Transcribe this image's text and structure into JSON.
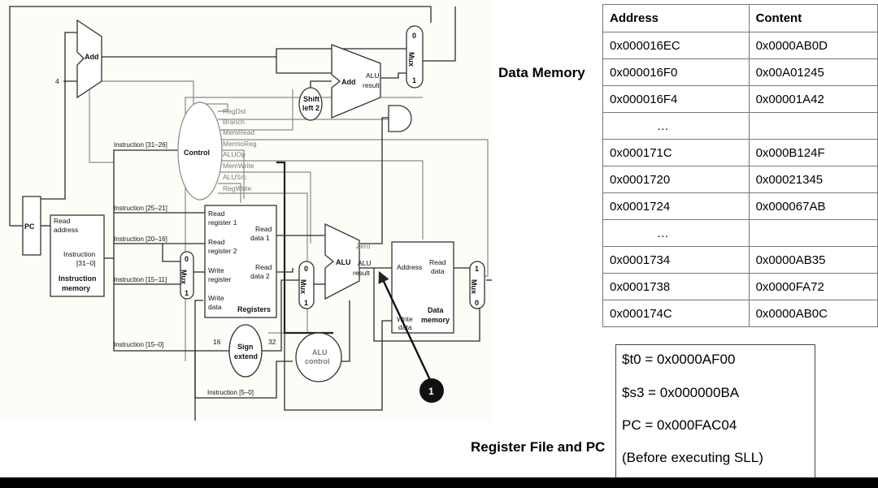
{
  "diagram": {
    "add_top": "Add",
    "const_four": "4",
    "pc": "PC",
    "instr_mem": {
      "read_address": [
        "Read",
        "address"
      ],
      "instruction": [
        "Instruction",
        "[31–0]"
      ],
      "name": [
        "Instruction",
        "memory"
      ]
    },
    "instr_fields": {
      "op": "Instruction [31–26]",
      "rs": "Instruction [25–21]",
      "rt": "Instruction [20–16]",
      "rd": "Instruction [15–11]",
      "imm": "Instruction [15–0]",
      "funct": "Instruction [5–0]"
    },
    "control": {
      "name": "Control",
      "signals": [
        "RegDst",
        "Branch",
        "MemRead",
        "MemtoReg",
        "ALUOp",
        "MemWrite",
        "ALUSrc",
        "RegWrite"
      ]
    },
    "registers": {
      "read_reg1": [
        "Read",
        "register 1"
      ],
      "read_reg2": [
        "Read",
        "register 2"
      ],
      "write_reg": [
        "Write",
        "register"
      ],
      "write_data": [
        "Write",
        "data"
      ],
      "read_data1": [
        "Read",
        "data 1"
      ],
      "read_data2": [
        "Read",
        "data 2"
      ],
      "name": "Registers"
    },
    "shift": [
      "Shift",
      "left 2"
    ],
    "add_alu": {
      "name": "Add",
      "result": [
        "ALU",
        "result"
      ]
    },
    "alu": {
      "name": "ALU",
      "zero": "Zero",
      "result": [
        "ALU",
        "result"
      ]
    },
    "sign_extend": [
      "Sign",
      "extend"
    ],
    "bits": {
      "in": "16",
      "out": "32"
    },
    "alu_control": [
      "ALU",
      "control"
    ],
    "data_mem": {
      "address": "Address",
      "read_data": [
        "Read",
        "data"
      ],
      "write_data": [
        "Write",
        "data"
      ],
      "name": [
        "Data",
        "memory"
      ]
    },
    "mux_word": "Mux",
    "mux_bits": {
      "zero": "0",
      "one": "1"
    },
    "marker": "1"
  },
  "memory": {
    "title": "Data Memory",
    "headers": [
      "Address",
      "Content"
    ],
    "rows": [
      [
        "0x000016EC",
        "0x0000AB0D"
      ],
      [
        "0x000016F0",
        "0x00A01245"
      ],
      [
        "0x000016F4",
        "0x00001A42"
      ],
      [
        "…",
        ""
      ],
      [
        "0x000171C",
        "0x000B124F"
      ],
      [
        "0x0001720",
        "0x00021345"
      ],
      [
        "0x0001724",
        "0x000067AB"
      ],
      [
        "…",
        ""
      ],
      [
        "0x0001734",
        "0x0000AB35"
      ],
      [
        "0x0001738",
        "0x0000FA72"
      ],
      [
        "0x000174C",
        "0x0000AB0C"
      ]
    ]
  },
  "register_file": {
    "title": "Register File and PC",
    "lines": [
      "$t0 = 0x0000AF00",
      "$s3 = 0x000000BA",
      "PC = 0x000FAC04",
      "(Before executing SLL)"
    ]
  }
}
